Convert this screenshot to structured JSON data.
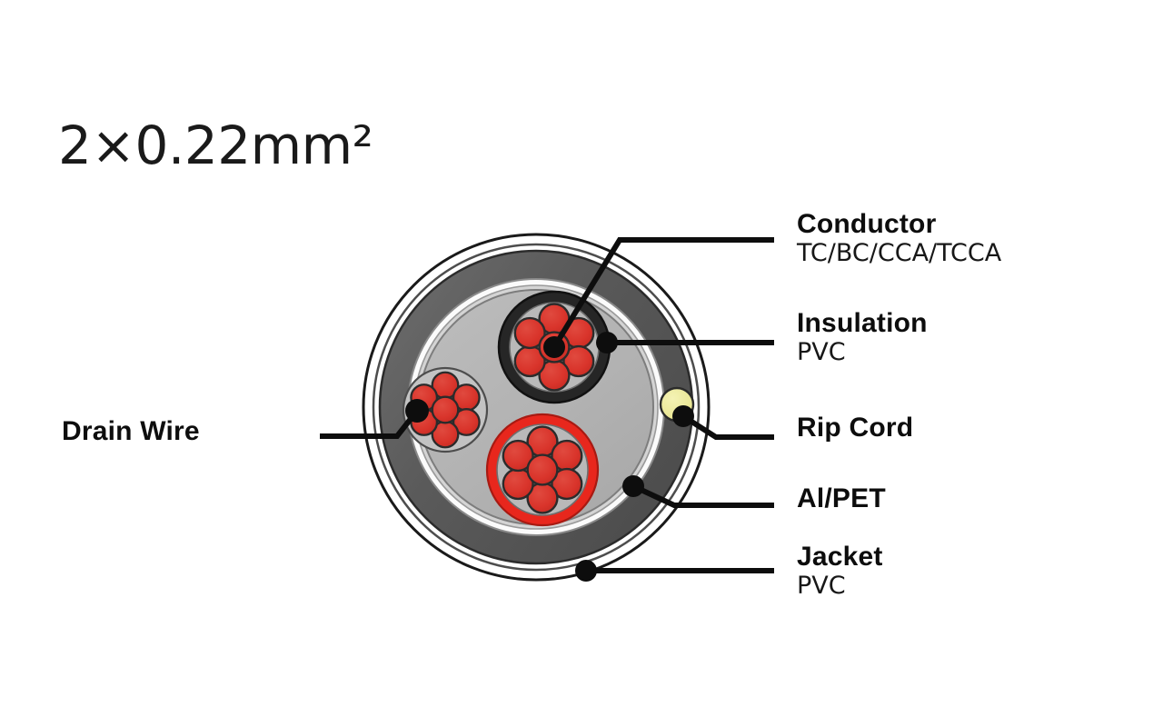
{
  "spec": {
    "title": "2×0.22mm²"
  },
  "callouts": [
    {
      "id": "conductor",
      "title": "Conductor",
      "subtitle": "TC/BC/CCA/TCCA"
    },
    {
      "id": "insulation",
      "title": "Insulation",
      "subtitle": "PVC"
    },
    {
      "id": "ripcord",
      "title": "Rip Cord",
      "subtitle": ""
    },
    {
      "id": "alpet",
      "title": "Al/PET",
      "subtitle": ""
    },
    {
      "id": "jacket",
      "title": "Jacket",
      "subtitle": "PVC"
    },
    {
      "id": "drainwire",
      "title": "Drain Wire",
      "subtitle": ""
    }
  ],
  "colors": {
    "jacket_pvc": "#595959",
    "alpet_foil": "#fbfbfb",
    "core_filler": "#b3b3b3",
    "conductor_strand": "#d9342b",
    "insulation_black": "#262626",
    "insulation_red": "#e8271d",
    "rip_cord": "#eeeb98",
    "outline": "#1a1a1a",
    "leader_line": "#0d0d0d",
    "background": "#ffffff"
  },
  "diagram": {
    "name": "cable-cross-section",
    "pair_count": 2,
    "strands_per_conductor": 7,
    "drain_wire_strands": 7,
    "layers_outside_in": [
      "Jacket PVC",
      "Al/PET",
      "Core filler",
      "Insulation PVC",
      "Conductor"
    ]
  }
}
